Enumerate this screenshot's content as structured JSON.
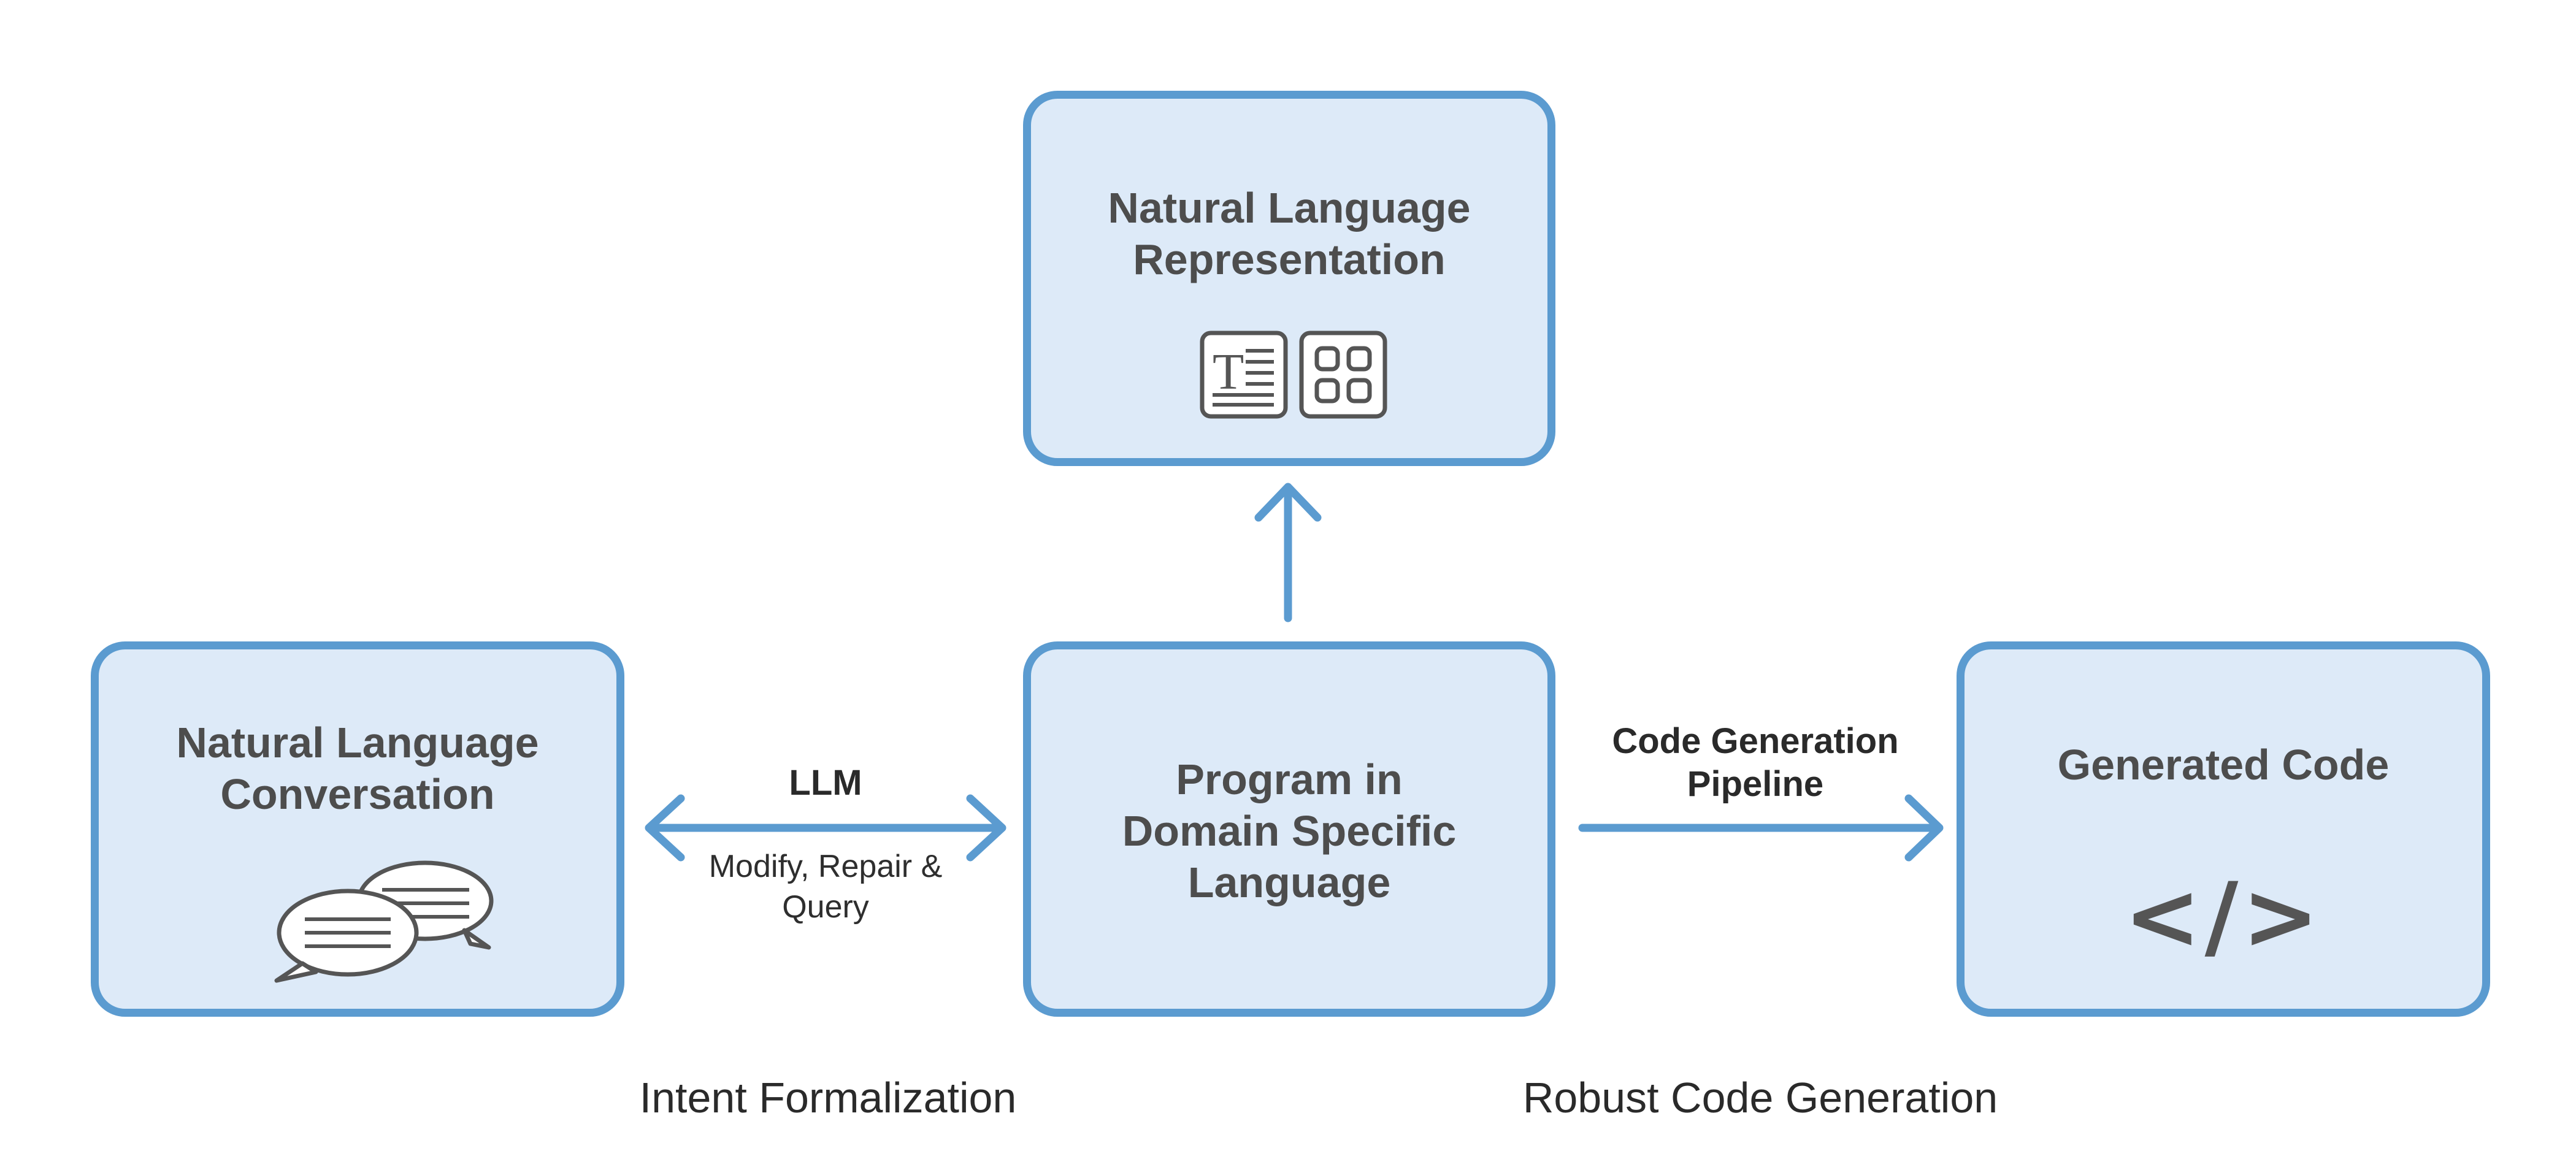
{
  "nodes": {
    "conversation": {
      "title_line1": "Natural Language",
      "title_line2": "Conversation",
      "icon": "chat-bubbles-icon"
    },
    "representation": {
      "title_line1": "Natural Language",
      "title_line2": "Representation",
      "icons": [
        "text-document-icon",
        "grid-view-icon"
      ]
    },
    "program": {
      "title_line1": "Program in",
      "title_line2": "Domain Specific",
      "title_line3": "Language"
    },
    "generated": {
      "title": "Generated Code",
      "icon_text": "</>"
    }
  },
  "edges": {
    "llm": {
      "label": "LLM",
      "sublabel_line1": "Modify, Repair &",
      "sublabel_line2": "Query"
    },
    "pipeline": {
      "label_line1": "Code Generation",
      "label_line2": "Pipeline"
    }
  },
  "captions": {
    "left": "Intent Formalization",
    "right": "Robust Code Generation"
  },
  "colors": {
    "box_fill": "#ddeaf8",
    "box_border": "#5b9bd0",
    "arrow": "#5b9bd0",
    "title_text": "#4d4d4d",
    "icon": "#555555"
  }
}
